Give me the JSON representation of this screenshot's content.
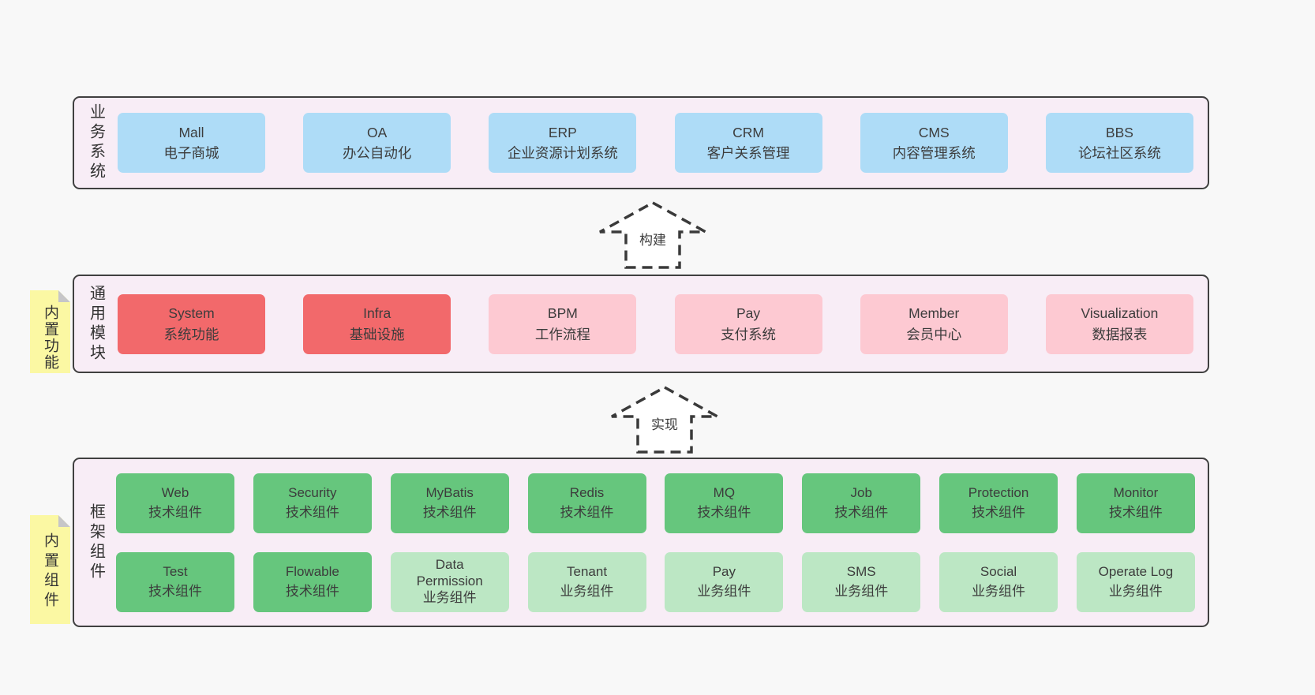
{
  "colors": {
    "page_bg": "#f8f8f8",
    "layer_bg": "#f8edf6",
    "layer_border": "#404040",
    "box_blue": "#aedcf7",
    "box_red": "#f2696b",
    "box_pink": "#fdc9d2",
    "box_green": "#66c67d",
    "box_light_green": "#bce7c4",
    "note_yellow": "#fbf8a3",
    "note_fold_gray": "#c6c6c8",
    "text": "#3c3c3c"
  },
  "business_layer": {
    "label": "业务系统",
    "boxes": [
      {
        "en": "Mall",
        "zh": "电子商城"
      },
      {
        "en": "OA",
        "zh": "办公自动化"
      },
      {
        "en": "ERP",
        "zh": "企业资源计划系统"
      },
      {
        "en": "CRM",
        "zh": "客户关系管理"
      },
      {
        "en": "CMS",
        "zh": "内容管理系统"
      },
      {
        "en": "BBS",
        "zh": "论坛社区系统"
      }
    ]
  },
  "build_arrow": {
    "label": "构建"
  },
  "module_layer": {
    "note": "内置功能",
    "label": "通用模块",
    "boxes": [
      {
        "en": "System",
        "zh": "系统功能"
      },
      {
        "en": "Infra",
        "zh": "基础设施"
      },
      {
        "en": "BPM",
        "zh": "工作流程"
      },
      {
        "en": "Pay",
        "zh": "支付系统"
      },
      {
        "en": "Member",
        "zh": "会员中心"
      },
      {
        "en": "Visualization",
        "zh": "数据报表"
      }
    ]
  },
  "implement_arrow": {
    "label": "实现"
  },
  "component_layer": {
    "note": "内置组件",
    "label": "框架组件",
    "row1": [
      {
        "en": "Web",
        "zh": "技术组件"
      },
      {
        "en": "Security",
        "zh": "技术组件"
      },
      {
        "en": "MyBatis",
        "zh": "技术组件"
      },
      {
        "en": "Redis",
        "zh": "技术组件"
      },
      {
        "en": "MQ",
        "zh": "技术组件"
      },
      {
        "en": "Job",
        "zh": "技术组件"
      },
      {
        "en": "Protection",
        "zh": "技术组件"
      },
      {
        "en": "Monitor",
        "zh": "技术组件"
      }
    ],
    "row2": [
      {
        "en": "Test",
        "zh": "技术组件"
      },
      {
        "en": "Flowable",
        "zh": "技术组件"
      },
      {
        "en": "Data Permission",
        "zh": "业务组件"
      },
      {
        "en": "Tenant",
        "zh": "业务组件"
      },
      {
        "en": "Pay",
        "zh": "业务组件"
      },
      {
        "en": "SMS",
        "zh": "业务组件"
      },
      {
        "en": "Social",
        "zh": "业务组件"
      },
      {
        "en": "Operate Log",
        "zh": "业务组件"
      }
    ]
  }
}
